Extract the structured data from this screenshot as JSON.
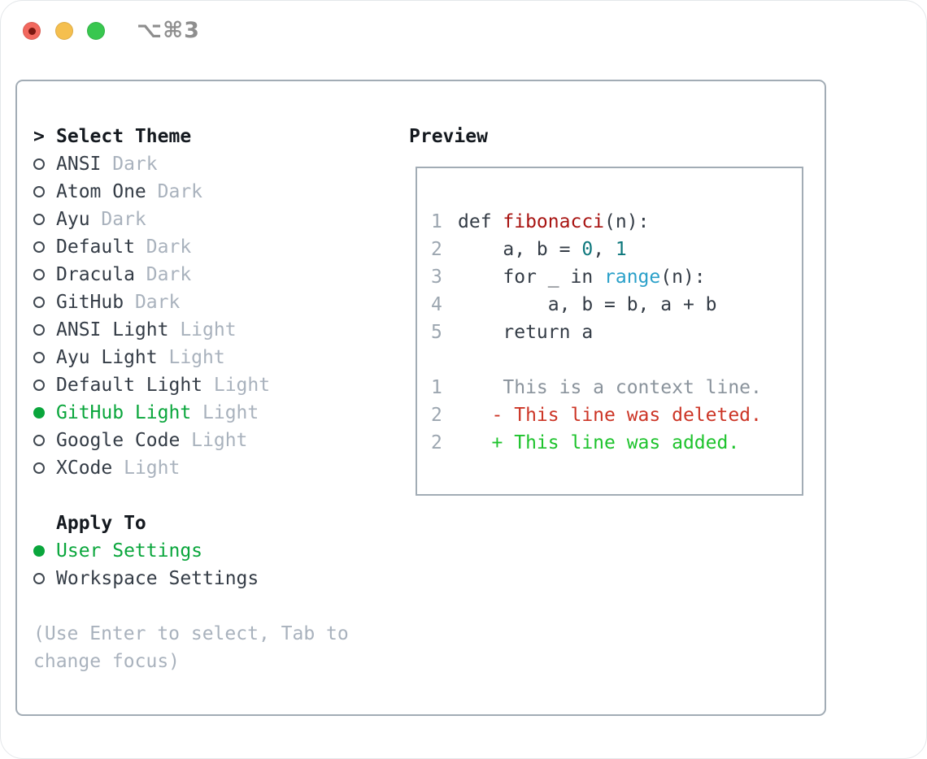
{
  "window": {
    "title": "⌥⌘3"
  },
  "theme_picker": {
    "header_marker": ">",
    "header": "Select Theme",
    "items": [
      {
        "name": "ANSI",
        "variant": "Dark",
        "selected": false
      },
      {
        "name": "Atom One",
        "variant": "Dark",
        "selected": false
      },
      {
        "name": "Ayu",
        "variant": "Dark",
        "selected": false
      },
      {
        "name": "Default",
        "variant": "Dark",
        "selected": false
      },
      {
        "name": "Dracula",
        "variant": "Dark",
        "selected": false
      },
      {
        "name": "GitHub",
        "variant": "Dark",
        "selected": false
      },
      {
        "name": "ANSI Light",
        "variant": "Light",
        "selected": false
      },
      {
        "name": "Ayu Light",
        "variant": "Light",
        "selected": false
      },
      {
        "name": "Default Light",
        "variant": "Light",
        "selected": false
      },
      {
        "name": "GitHub Light",
        "variant": "Light",
        "selected": true
      },
      {
        "name": "Google Code",
        "variant": "Light",
        "selected": false
      },
      {
        "name": "XCode",
        "variant": "Light",
        "selected": false
      }
    ]
  },
  "apply_to": {
    "header": "Apply To",
    "options": [
      {
        "label": "User Settings",
        "selected": true
      },
      {
        "label": "Workspace Settings",
        "selected": false
      }
    ]
  },
  "help_lines": [
    "(Use Enter to select, Tab to",
    "change focus)"
  ],
  "preview": {
    "header": "Preview",
    "code_lines": [
      {
        "num": "1",
        "segments": [
          {
            "t": "def ",
            "c": "text"
          },
          {
            "t": "fibonacci",
            "c": "function"
          },
          {
            "t": "(n):",
            "c": "text"
          }
        ]
      },
      {
        "num": "2",
        "segments": [
          {
            "t": "    a, b = ",
            "c": "text"
          },
          {
            "t": "0",
            "c": "number"
          },
          {
            "t": ", ",
            "c": "text"
          },
          {
            "t": "1",
            "c": "number"
          }
        ]
      },
      {
        "num": "3",
        "segments": [
          {
            "t": "    for _ in ",
            "c": "text"
          },
          {
            "t": "range",
            "c": "builtin"
          },
          {
            "t": "(n):",
            "c": "text"
          }
        ]
      },
      {
        "num": "4",
        "segments": [
          {
            "t": "        a, b = b, a + b",
            "c": "text"
          }
        ]
      },
      {
        "num": "5",
        "segments": [
          {
            "t": "    return a",
            "c": "text"
          }
        ]
      },
      {
        "num": "",
        "segments": []
      },
      {
        "num": "1",
        "segments": [
          {
            "t": "    This is a context line.",
            "c": "context"
          }
        ]
      },
      {
        "num": "2",
        "segments": [
          {
            "t": "   - This line was deleted.",
            "c": "deleted"
          }
        ]
      },
      {
        "num": "2",
        "segments": [
          {
            "t": "   + This line was added.",
            "c": "added"
          }
        ]
      }
    ]
  },
  "colors": {
    "accent_green": "#0aa63c",
    "text_primary": "#343c46",
    "text_muted": "#a9b2bd",
    "line_number": "#9ca6b0",
    "code_function": "#a81412",
    "code_number": "#0d777c",
    "code_builtin": "#2aa0c9",
    "diff_context": "#8a939c",
    "diff_deleted": "#cc3526",
    "diff_added": "#1ec32d",
    "panel_border": "#a2acb5",
    "titlebar_text": "#8e8e8e",
    "traffic_red": "#f2685e",
    "traffic_yellow": "#f5bf4e",
    "traffic_green": "#38c74f"
  }
}
